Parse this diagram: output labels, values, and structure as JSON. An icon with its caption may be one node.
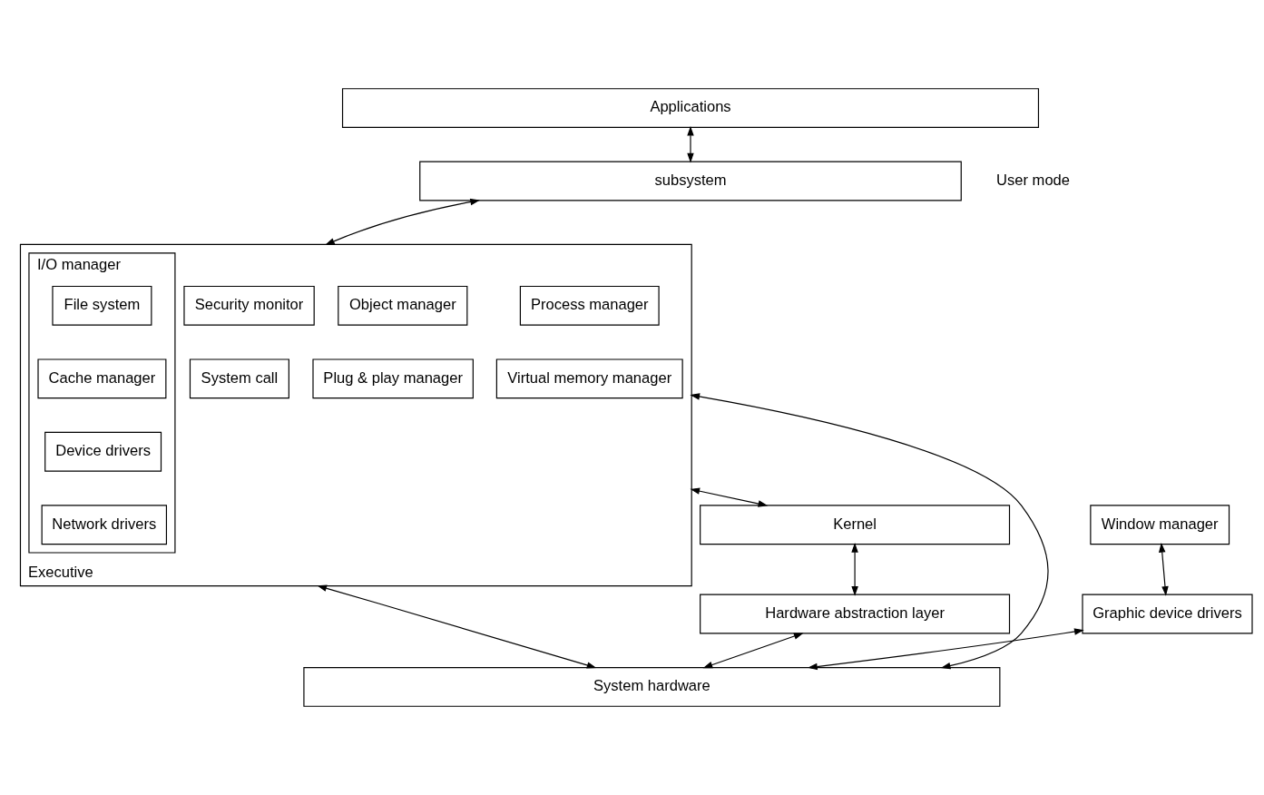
{
  "diagram": {
    "nodes": [
      {
        "text": [
          "Applications"
        ]
      },
      {
        "text": [
          "subsystem"
        ]
      },
      {
        "text": [
          "Executive"
        ]
      },
      {
        "text": [
          "I/O manager"
        ],
        "in": 2
      },
      {
        "text": [
          "File system"
        ],
        "in": 3
      },
      {
        "text": [
          "Cache manager"
        ],
        "in": 3
      },
      {
        "text": [
          "Device drivers"
        ],
        "in": 3
      },
      {
        "text": [
          "Network drivers"
        ],
        "in": 3
      },
      {
        "text": [
          "Object manager"
        ],
        "in": 2
      },
      {
        "text": [
          "Security monitor"
        ],
        "in": 2
      },
      {
        "text": [
          "Process manager"
        ],
        "in": 2
      },
      {
        "text": [
          "Plug & play manager"
        ],
        "in": 2
      },
      {
        "text": [
          "System call"
        ],
        "in": 2
      },
      {
        "text": [
          "Virtual memory manager"
        ],
        "in": 2
      },
      {
        "text": [
          "Window manager"
        ]
      },
      {
        "text": [
          "Graphic device drivers"
        ]
      },
      {
        "text": [
          "Kernel"
        ]
      },
      {
        "text": [
          "Hardware abstraction layer"
        ]
      },
      {
        "text": [
          "System hardware"
        ]
      }
    ],
    "edges": [
      {
        "from": 0,
        "to": 1,
        "arrow": "both"
      },
      {
        "from": 1,
        "to": 2,
        "arrow": "both"
      },
      {
        "from": 2,
        "to": 16,
        "arrow": "both"
      },
      {
        "from": 16,
        "to": 17,
        "arrow": "both"
      },
      {
        "from": 17,
        "to": 18,
        "arrow": "both"
      },
      {
        "from": 2,
        "to": 18,
        "arrow": "both"
      },
      {
        "from": 2,
        "to": 18,
        "arrow": "both"
      },
      {
        "from": 14,
        "to": 15,
        "arrow": "both"
      },
      {
        "from": 15,
        "to": 18,
        "arrow": "both"
      }
    ],
    "labels": [
      "User mode"
    ]
  }
}
